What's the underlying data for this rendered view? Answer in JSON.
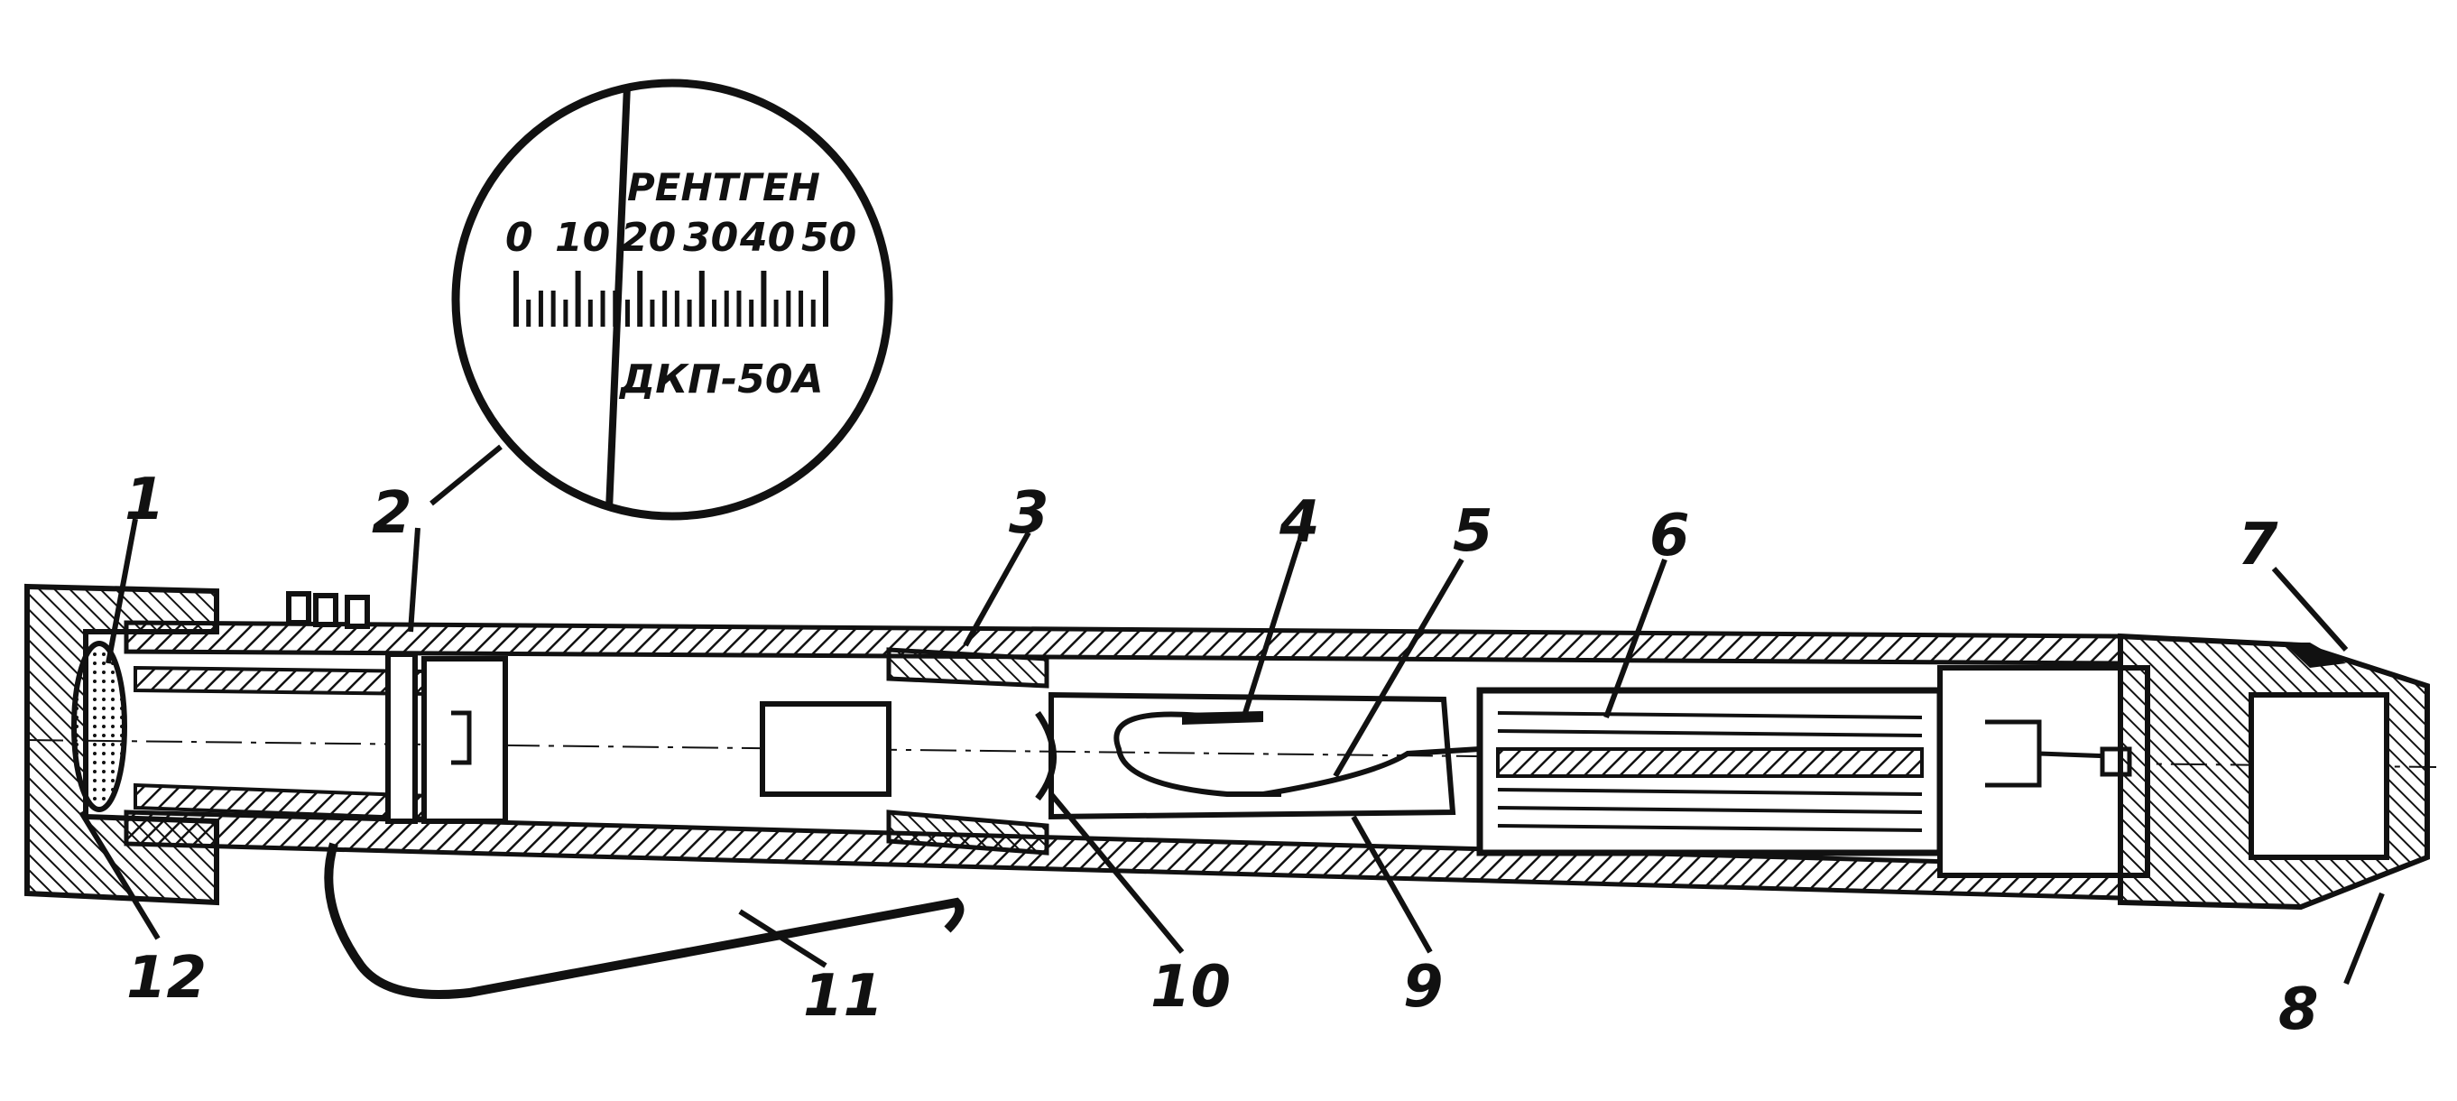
{
  "scale_view": {
    "unit_label": "РЕНТГЕН",
    "tick_labels": [
      "0",
      "10",
      "20",
      "30",
      "40",
      "50"
    ],
    "model_label": "ДКП-50А"
  },
  "callouts": [
    {
      "id": "1",
      "label": "1"
    },
    {
      "id": "2",
      "label": "2"
    },
    {
      "id": "3",
      "label": "3"
    },
    {
      "id": "4",
      "label": "4"
    },
    {
      "id": "5",
      "label": "5"
    },
    {
      "id": "6",
      "label": "6"
    },
    {
      "id": "7",
      "label": "7"
    },
    {
      "id": "8",
      "label": "8"
    },
    {
      "id": "9",
      "label": "9"
    },
    {
      "id": "10",
      "label": "10"
    },
    {
      "id": "11",
      "label": "11"
    },
    {
      "id": "12",
      "label": "12"
    }
  ],
  "colors": {
    "ink": "#111111",
    "paper": "#ffffff"
  }
}
